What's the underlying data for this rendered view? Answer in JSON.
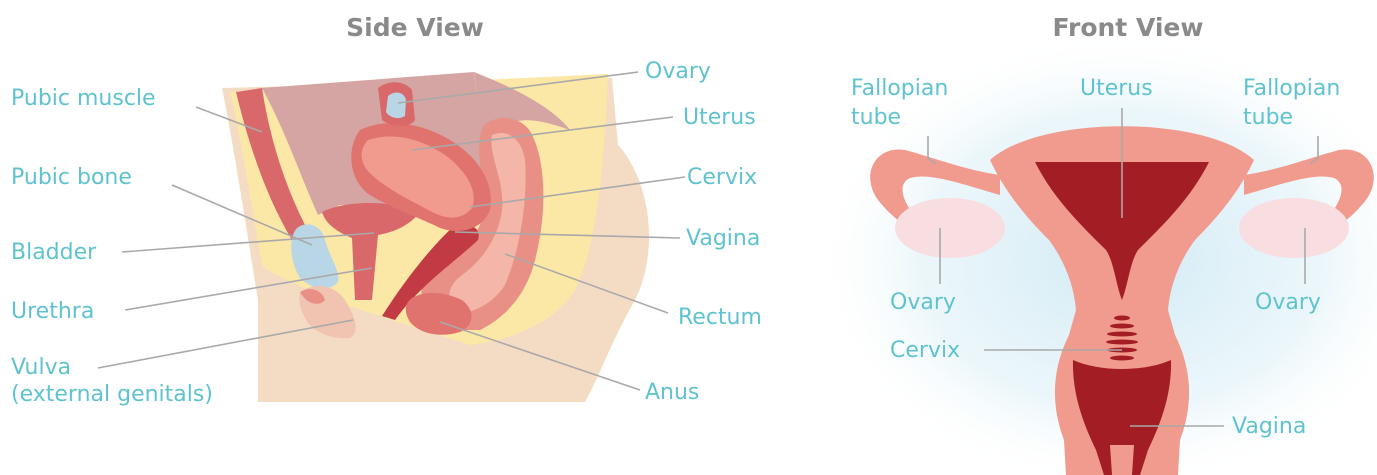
{
  "side_view": {
    "title": "Side View",
    "labels": {
      "pubic_muscle": "Pubic muscle",
      "pubic_bone": "Pubic bone",
      "bladder": "Bladder",
      "urethra": "Urethra",
      "vulva_line1": "Vulva",
      "vulva_line2": "(external genitals)",
      "ovary": "Ovary",
      "uterus": "Uterus",
      "cervix": "Cervix",
      "vagina": "Vagina",
      "rectum": "Rectum",
      "anus": "Anus"
    }
  },
  "front_view": {
    "title": "Front View",
    "labels": {
      "fallopian_left_line1": "Fallopian",
      "fallopian_left_line2": "tube",
      "uterus": "Uterus",
      "fallopian_right_line1": "Fallopian",
      "fallopian_right_line2": "tube",
      "ovary_left": "Ovary",
      "ovary_right": "Ovary",
      "cervix": "Cervix",
      "vagina": "Vagina"
    }
  },
  "colors": {
    "label_text": "#5fc3cf",
    "title_text": "#8a8a8a",
    "leader_line": "#a9a9a9",
    "skin": "#f3dcc3",
    "fat": "#fbe8a6",
    "cavity": "#d4a5a3",
    "muscle": "#d9686a",
    "uterus_pink": "#f19a8e",
    "dark_red": "#a31d24",
    "bladder_blue": "#b9d6e6",
    "glow_blue": "#d7eef6"
  }
}
